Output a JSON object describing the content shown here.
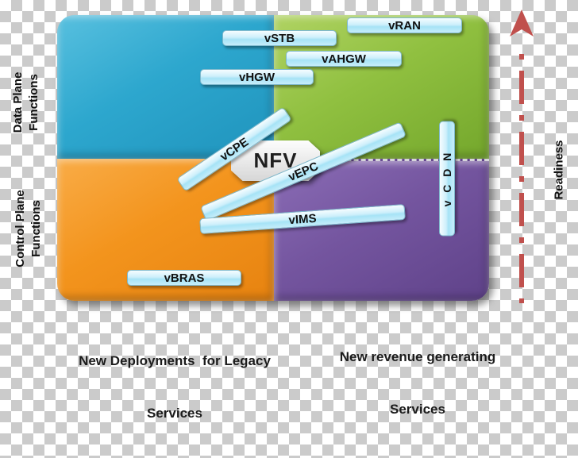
{
  "figure": {
    "center_badge": "NFV",
    "left_axis": {
      "top": {
        "line1": "Data Plane",
        "line2": "Functions"
      },
      "bottom": {
        "line1": "Control Plane",
        "line2": "Functions"
      }
    },
    "right_axis": {
      "label": "Readiness"
    },
    "bottom_axis": {
      "left": {
        "line1": "New Deployments  for Legacy",
        "line2": "Services"
      },
      "right": {
        "line1": "New revenue generating",
        "line2": "Services"
      }
    },
    "bars": {
      "vran": "vRAN",
      "vstb": "vSTB",
      "vahgw": "vAHGW",
      "vhgw": "vHGW",
      "vcpe": "vCPE",
      "vepc": "vEPC",
      "vims": "vIMS",
      "vbras": "vBRAS",
      "vcdn": "v C D N"
    },
    "colors": {
      "quad_top_left": "#2DA7CE",
      "quad_top_right": "#90C040",
      "quad_bottom_left": "#F3941D",
      "quad_bottom_right": "#74559F",
      "bar_fill": "#C6EDFA",
      "bar_border": "#7FB9CD",
      "arrow": "#C0504D",
      "badge_fill": "#E6E6E6",
      "checker_gray": "#CBCBCB"
    }
  }
}
